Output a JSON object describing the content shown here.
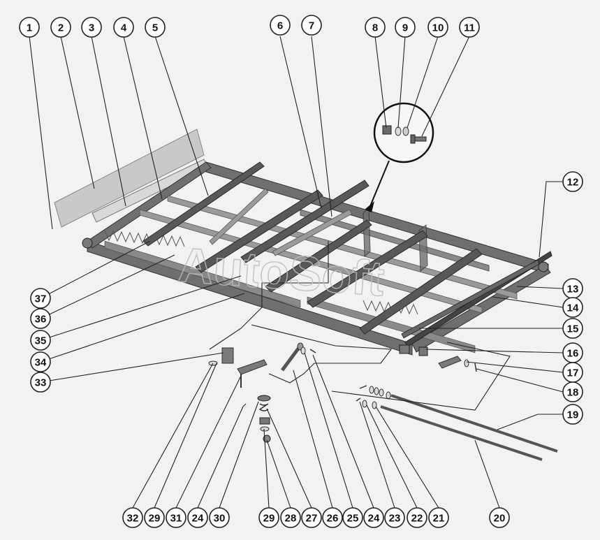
{
  "watermark": "AutoSoft",
  "callouts": [
    "1",
    "2",
    "3",
    "4",
    "5",
    "6",
    "7",
    "8",
    "9",
    "10",
    "11",
    "12",
    "13",
    "14",
    "15",
    "16",
    "17",
    "18",
    "19",
    "20",
    "21",
    "22",
    "23",
    "24",
    "25",
    "26",
    "27",
    "28",
    "29",
    "30",
    "31",
    "32",
    "33",
    "34",
    "35",
    "36",
    "37"
  ],
  "bottom_row": [
    "32",
    "29",
    "31",
    "24",
    "30",
    "29",
    "28",
    "27",
    "26",
    "25",
    "24",
    "23",
    "22",
    "21",
    "20"
  ],
  "colors": {
    "frame": "#6f6f6f",
    "bar": "#585858",
    "background": "#f2f2f2",
    "callout_stroke": "#222222"
  }
}
